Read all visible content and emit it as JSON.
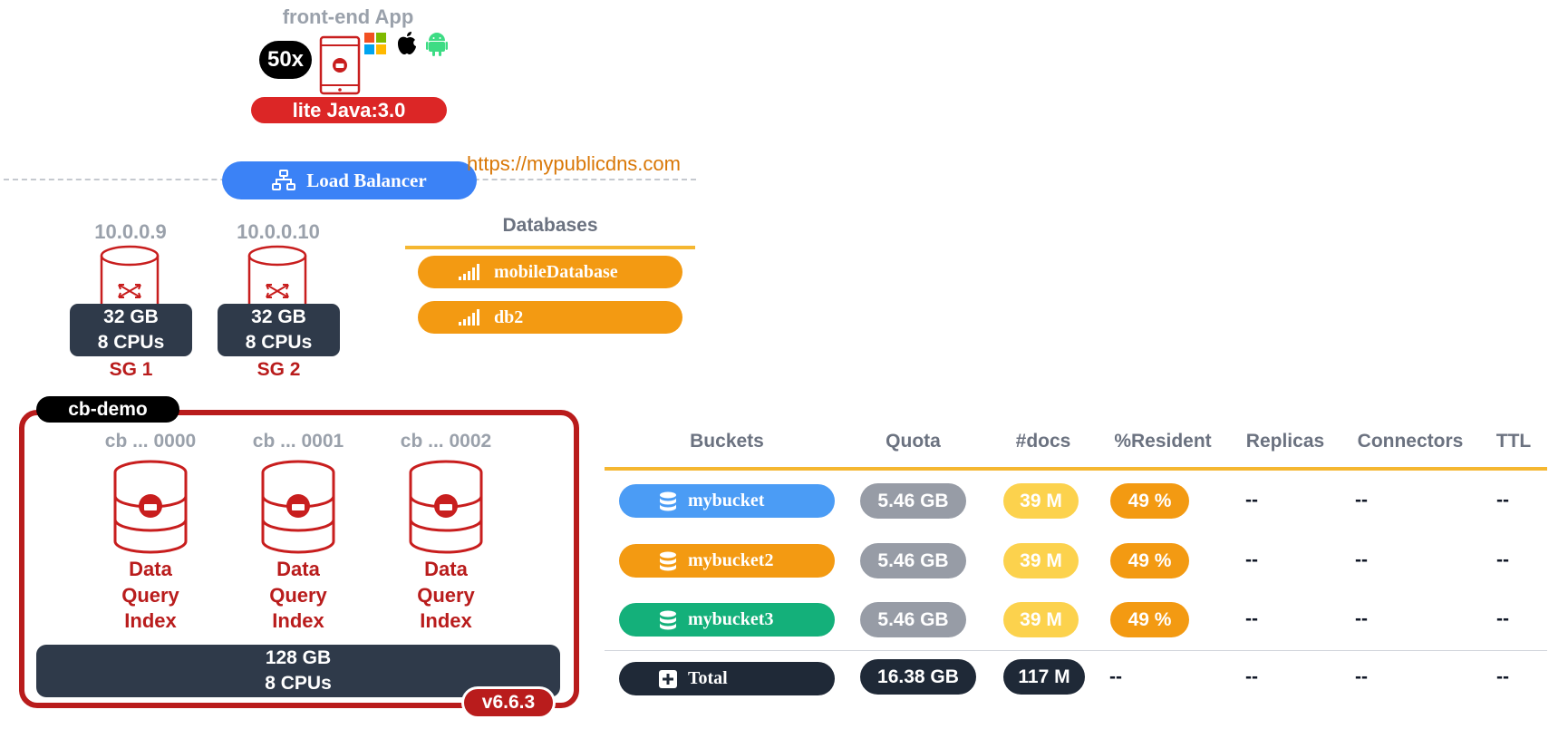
{
  "frontend": {
    "title": "front-end App",
    "instances": "50x",
    "device_icon": "tablet-icon",
    "platform_icons": [
      "windows-icon",
      "apple-icon",
      "android-icon"
    ],
    "sdk": "lite Java:3.0"
  },
  "load_balancer": {
    "label": "Load Balancer",
    "icon": "network-icon",
    "public_url": "https://mypublicdns.com"
  },
  "sync_gateways": [
    {
      "ip": "10.0.0.9",
      "memory": "32 GB",
      "cpus": "8 CPUs",
      "name": "SG 1"
    },
    {
      "ip": "10.0.0.10",
      "memory": "32 GB",
      "cpus": "8 CPUs",
      "name": "SG 2"
    }
  ],
  "databases": {
    "title": "Databases",
    "items": [
      {
        "name": "mobileDatabase",
        "icon": "signal-icon"
      },
      {
        "name": "db2",
        "icon": "signal-icon"
      }
    ]
  },
  "cluster": {
    "name": "cb-demo",
    "nodes": [
      {
        "name": "cb ... 0000",
        "services": [
          "Data",
          "Query",
          "Index"
        ]
      },
      {
        "name": "cb ... 0001",
        "services": [
          "Data",
          "Query",
          "Index"
        ]
      },
      {
        "name": "cb ... 0002",
        "services": [
          "Data",
          "Query",
          "Index"
        ]
      }
    ],
    "memory": "128 GB",
    "cpus": "8 CPUs",
    "version": "v6.6.3"
  },
  "buckets_table": {
    "headers": [
      "Buckets",
      "Quota",
      "#docs",
      "%Resident",
      "Replicas",
      "Connectors",
      "TTL"
    ],
    "rows": [
      {
        "name": "mybucket",
        "color": "#4b9cf5",
        "quota": "5.46 GB",
        "docs": "39 M",
        "resident": "49 %",
        "replicas": "--",
        "connectors": "--",
        "ttl": "--"
      },
      {
        "name": "mybucket2",
        "color": "#f39a12",
        "quota": "5.46 GB",
        "docs": "39 M",
        "resident": "49 %",
        "replicas": "--",
        "connectors": "--",
        "ttl": "--"
      },
      {
        "name": "mybucket3",
        "color": "#14b07a",
        "quota": "5.46 GB",
        "docs": "39 M",
        "resident": "49 %",
        "replicas": "--",
        "connectors": "--",
        "ttl": "--"
      }
    ],
    "total": {
      "label": "Total",
      "quota": "16.38 GB",
      "docs": "117 M",
      "resident": "--",
      "replicas": "--",
      "connectors": "--",
      "ttl": "--"
    }
  },
  "colors": {
    "brand_red": "#b91c1c",
    "accent_yellow": "#f5b731",
    "blue": "#3b82f6",
    "orange": "#f39a12",
    "dark": "#2f3a4a"
  }
}
